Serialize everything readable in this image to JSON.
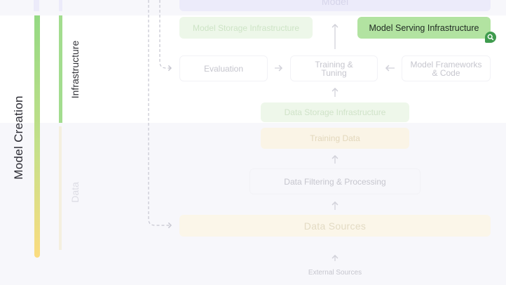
{
  "top_box_label": "Model",
  "sections": {
    "model_creation": "Model Creation",
    "infrastructure": "Infrastructure",
    "data": "Data"
  },
  "nodes": {
    "model_storage_infrastructure": "Model Storage Infrastructure",
    "model_serving_infrastructure": "Model Serving Infrastructure",
    "evaluation": "Evaluation",
    "training_tuning": "Training &\nTuning",
    "model_frameworks_code": "Model Frameworks\n& Code",
    "data_storage_infrastructure": "Data Storage Infrastructure",
    "training_data": "Training Data",
    "data_filtering_processing": "Data Filtering & Processing",
    "data_sources": "Data Sources",
    "external_sources": "External Sources"
  },
  "colors": {
    "background": "#f7f7fb",
    "highlight_row": "#ffffff",
    "infrastructure_green": "#b2e3a1",
    "data_yellow": "#fbdc80",
    "badge_green": "#3f9b4e"
  },
  "icons": {
    "badge": "search-icon"
  }
}
